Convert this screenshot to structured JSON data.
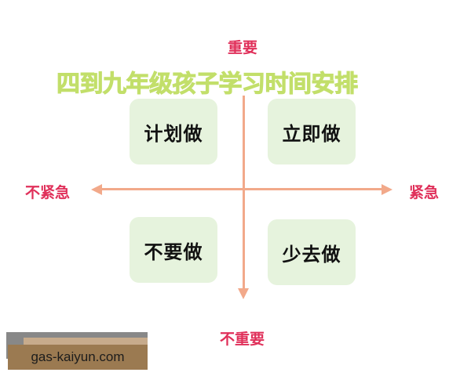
{
  "title": "四到九年级孩子学习时间安排",
  "axes": {
    "top": "重要",
    "bottom": "不重要",
    "left": "不紧急",
    "right": "紧急"
  },
  "quadrants": {
    "top_left": "计划做",
    "top_right": "立即做",
    "bottom_left": "不要做",
    "bottom_right": "少去做"
  },
  "watermark": "gas-kaiyun.com",
  "colors": {
    "title": "#c2df6a",
    "axis_label": "#e0305a",
    "arrow": "#f2a98a",
    "box": "#e6f3dd"
  }
}
